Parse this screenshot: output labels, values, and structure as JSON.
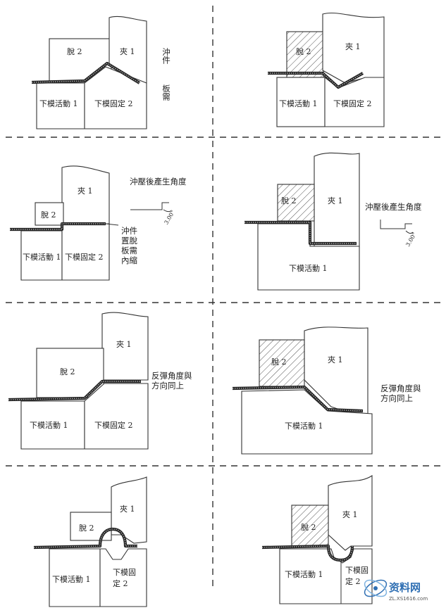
{
  "labels": {
    "clamp": "夾 1",
    "stripper": "脫 2",
    "lower_moving": "下模活動 1",
    "lower_fixed": "下模固定 2",
    "lower_fixed_wrap_1": "下模固",
    "lower_fixed_wrap_2": "定 2"
  },
  "notes": {
    "shrink_lines": [
      "沖件",
      "置脫",
      "板需",
      "內縮"
    ],
    "shrink_full": "沖件置脫板需內縮",
    "angle_after": "沖壓後產生角度",
    "angle_value": "3.00°",
    "springback": [
      "反彈角度與",
      "方向同上"
    ]
  },
  "watermark": {
    "name": "资料网",
    "url": "ZL.XS1616.com"
  },
  "colors": {
    "line": "#333333",
    "sheet": "#222222",
    "watermark_blue": "#2f6fb3"
  }
}
